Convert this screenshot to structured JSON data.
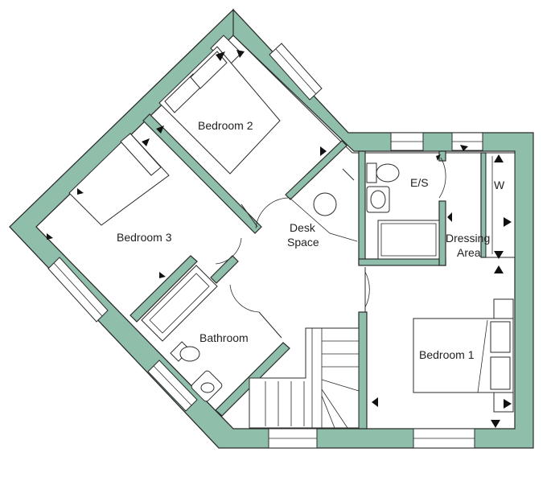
{
  "rooms": {
    "bedroom2": "Bedroom 2",
    "bedroom3": "Bedroom 3",
    "bedroom1": "Bedroom 1",
    "bathroom": "Bathroom",
    "ensuite": "E/S",
    "desk_space_line1": "Desk",
    "desk_space_line2": "Space",
    "dressing_line1": "Dressing",
    "dressing_line2": "Area",
    "wardrobe": "W"
  },
  "colors": {
    "wall_fill": "#8fbfaa",
    "outline": "#2b2b2b",
    "arrow": "#111111",
    "background": "#ffffff"
  }
}
